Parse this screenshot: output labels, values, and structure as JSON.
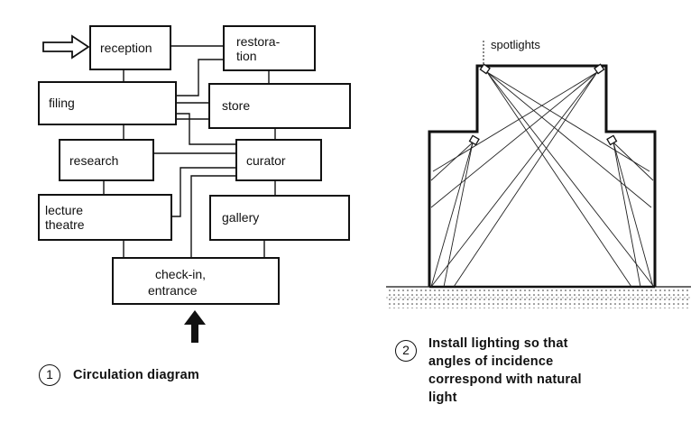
{
  "figure1": {
    "boxes": {
      "reception": "reception",
      "restoration_line1": "restora-",
      "restoration_line2": "tion",
      "filing": "filing",
      "store": "store",
      "research": "research",
      "curator": "curator",
      "lecture_line1": "lecture",
      "lecture_line2": "theatre",
      "gallery": "gallery",
      "checkin_line1": "check-in,",
      "checkin_line2": "entrance"
    },
    "caption_number": "1",
    "caption": "Circulation diagram"
  },
  "figure2": {
    "spotlights_label": "spotlights",
    "caption_number": "2",
    "caption_lines": [
      "Install lighting so that",
      "angles of incidence",
      "correspond with natural",
      "light"
    ]
  },
  "icons": [
    "entry-arrow-icon",
    "entrance-arrow-icon"
  ]
}
